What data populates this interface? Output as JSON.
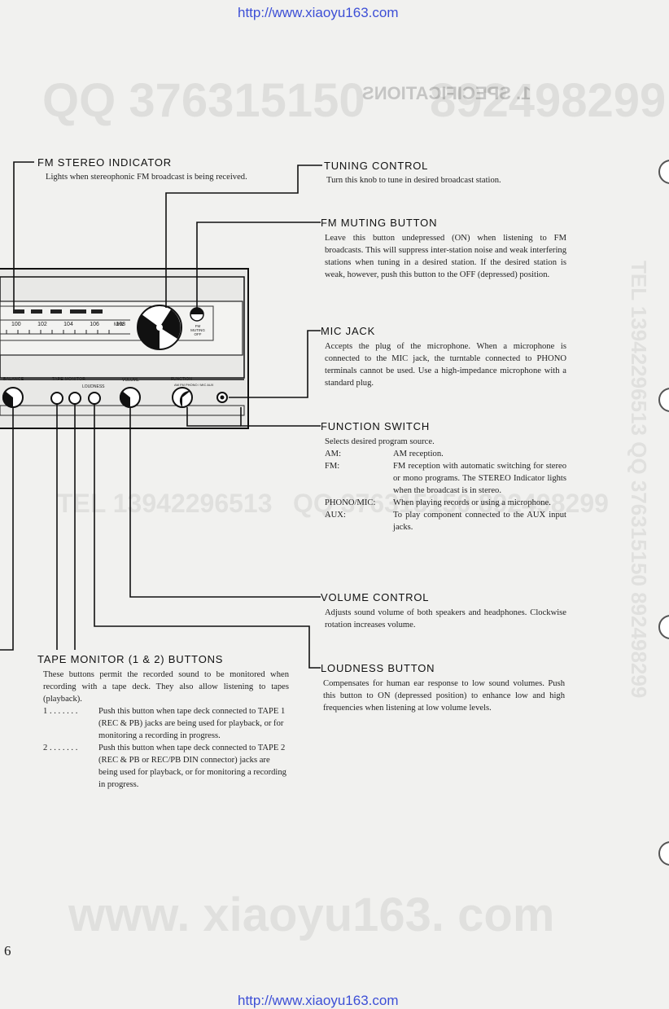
{
  "header": {
    "url_top": "http://www.xiaoyu163.com",
    "url_bottom": "http://www.xiaoyu163.com"
  },
  "watermarks": {
    "qq_large": "QQ 376315150",
    "phone_large": "892498299",
    "section_mirror": "1. SPECIFICATIONS",
    "tel_mid": "TEL 13942296513",
    "qq_mid": "QQ 376315150 892498299",
    "vertical_right": "TEL 13942296513   QQ 376315150 892498299",
    "bottom_site": "www. xiaoyu163. com"
  },
  "callouts": {
    "fm_stereo": {
      "title": "FM STEREO INDICATOR",
      "text": "Lights when stereophonic FM broadcast is being received."
    },
    "tuning": {
      "title": "TUNING CONTROL",
      "text": "Turn this knob to tune in desired broadcast station."
    },
    "fm_muting": {
      "title": "FM MUTING BUTTON",
      "text": "Leave this button undepressed (ON) when listening to FM broadcasts. This will suppress inter-station noise and weak interfering stations when tuning in a desired station. If the desired station is weak, however, push this button to the OFF (depressed) position."
    },
    "mic_jack": {
      "title": "MIC JACK",
      "text": "Accepts the plug of the microphone. When a microphone is connected to the MIC jack, the turntable connected to PHONO terminals cannot be used. Use a high-impedance microphone with a standard plug."
    },
    "function_switch": {
      "title": "FUNCTION SWITCH",
      "intro": "Selects desired program source.",
      "items": [
        {
          "label": "AM:",
          "text": "AM reception."
        },
        {
          "label": "FM:",
          "text": "FM reception with automatic switching for stereo or mono programs. The STEREO Indicator lights when the broadcast is in stereo."
        },
        {
          "label": "PHONO/MIC:",
          "text": "When playing records or using a microphone."
        },
        {
          "label": "AUX:",
          "text": "To play component connected to the AUX input jacks."
        }
      ]
    },
    "volume": {
      "title": "VOLUME CONTROL",
      "text": "Adjusts sound volume of both speakers and headphones. Clockwise rotation increases volume."
    },
    "tape_monitor": {
      "title": "TAPE MONITOR (1 & 2) BUTTONS",
      "intro": "These buttons permit the recorded sound to be monitored when recording with a tape deck. They also allow listening to tapes (playback).",
      "items": [
        {
          "label": "1 . . . . . . .",
          "text": "Push this button when tape deck connected to TAPE 1 (REC & PB) jacks are being used for playback, or for monitoring a recording in progress."
        },
        {
          "label": "2 . . . . . . .",
          "text": "Push this button when tape deck connected to TAPE 2 (REC & PB or REC/PB DIN connector) jacks are being used for playback, or for monitoring a recording in progress."
        }
      ]
    },
    "loudness": {
      "title": "LOUDNESS BUTTON",
      "text": "Compensates for human ear response to low sound volumes. Push this button to ON (depressed position) to enhance low and high frequencies when listening at low volume levels."
    }
  },
  "panel": {
    "balance": "BALANCE",
    "tape_monitor": "TAPE MONITOR",
    "loudness": "LOUDNESS",
    "volume": "VOLUME",
    "function": "FUNCTION",
    "fm_muting": "FM MUTING OFF",
    "function_positions": "AM  FM  PHONO / MIC  AUX",
    "mhz": "MHz",
    "dial_numbers": [
      "100",
      "102",
      "104",
      "106",
      "108"
    ]
  },
  "page_number": "6"
}
